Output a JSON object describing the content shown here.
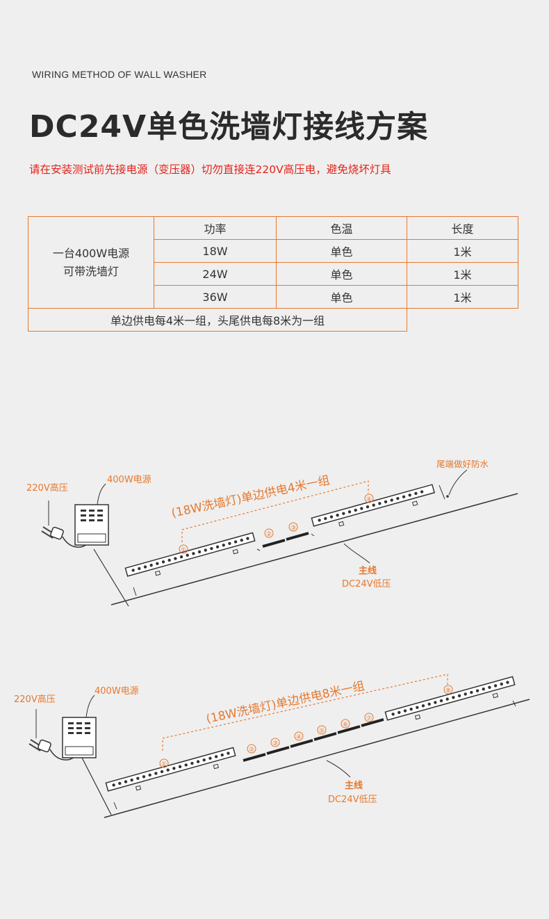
{
  "header": {
    "subtitle_en": "WIRING METHOD OF WALL WASHER",
    "title": "DC24V单色洗墙灯接线方案",
    "warning": "请在安装测试前先接电源（变压器）切勿直接连220V高压电，避免烧坏灯具"
  },
  "spec_table": {
    "left_cell_line1": "一台400W电源",
    "left_cell_line2": "可带洗墙灯",
    "headers": [
      "功率",
      "色温",
      "长度"
    ],
    "rows": [
      [
        "18W",
        "单色",
        "1米"
      ],
      [
        "24W",
        "单色",
        "1米"
      ],
      [
        "36W",
        "单色",
        "1米"
      ]
    ],
    "footer": "单边供电每4米一组，头尾供电每8米为一组"
  },
  "diagram1": {
    "high_voltage": "220V高压",
    "power_supply": "400W电源",
    "group_label": "(18W洗墙灯)单边供电4米一组",
    "waterproof": "尾端做好防水",
    "main_line": "主线",
    "low_voltage": "DC24V低压",
    "markers": [
      "①",
      "②",
      "③",
      "④"
    ]
  },
  "diagram2": {
    "high_voltage": "220V高压",
    "power_supply": "400W电源",
    "group_label": "(18W洗墙灯)单边供电8米一组",
    "main_line": "主线",
    "low_voltage": "DC24V低压",
    "markers": [
      "①",
      "②",
      "③",
      "④",
      "⑤",
      "⑥",
      "⑦",
      "⑧"
    ]
  },
  "colors": {
    "accent": "#e6782e",
    "warning": "#e2231a",
    "text": "#333333",
    "background": "#efefef"
  }
}
